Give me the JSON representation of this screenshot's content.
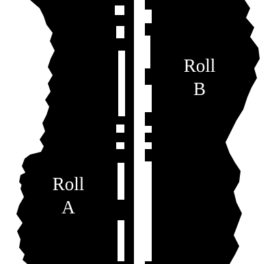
{
  "image": {
    "kind": "black-and-white photograph of two torn paper roll strips",
    "background_color": "#ffffff",
    "strip_color": "#000000",
    "text_color": "#ffffff"
  },
  "labels": {
    "roll_a": {
      "line1": "Roll",
      "line2": "A"
    },
    "roll_b": {
      "line1": "Roll",
      "line2": "B"
    }
  }
}
